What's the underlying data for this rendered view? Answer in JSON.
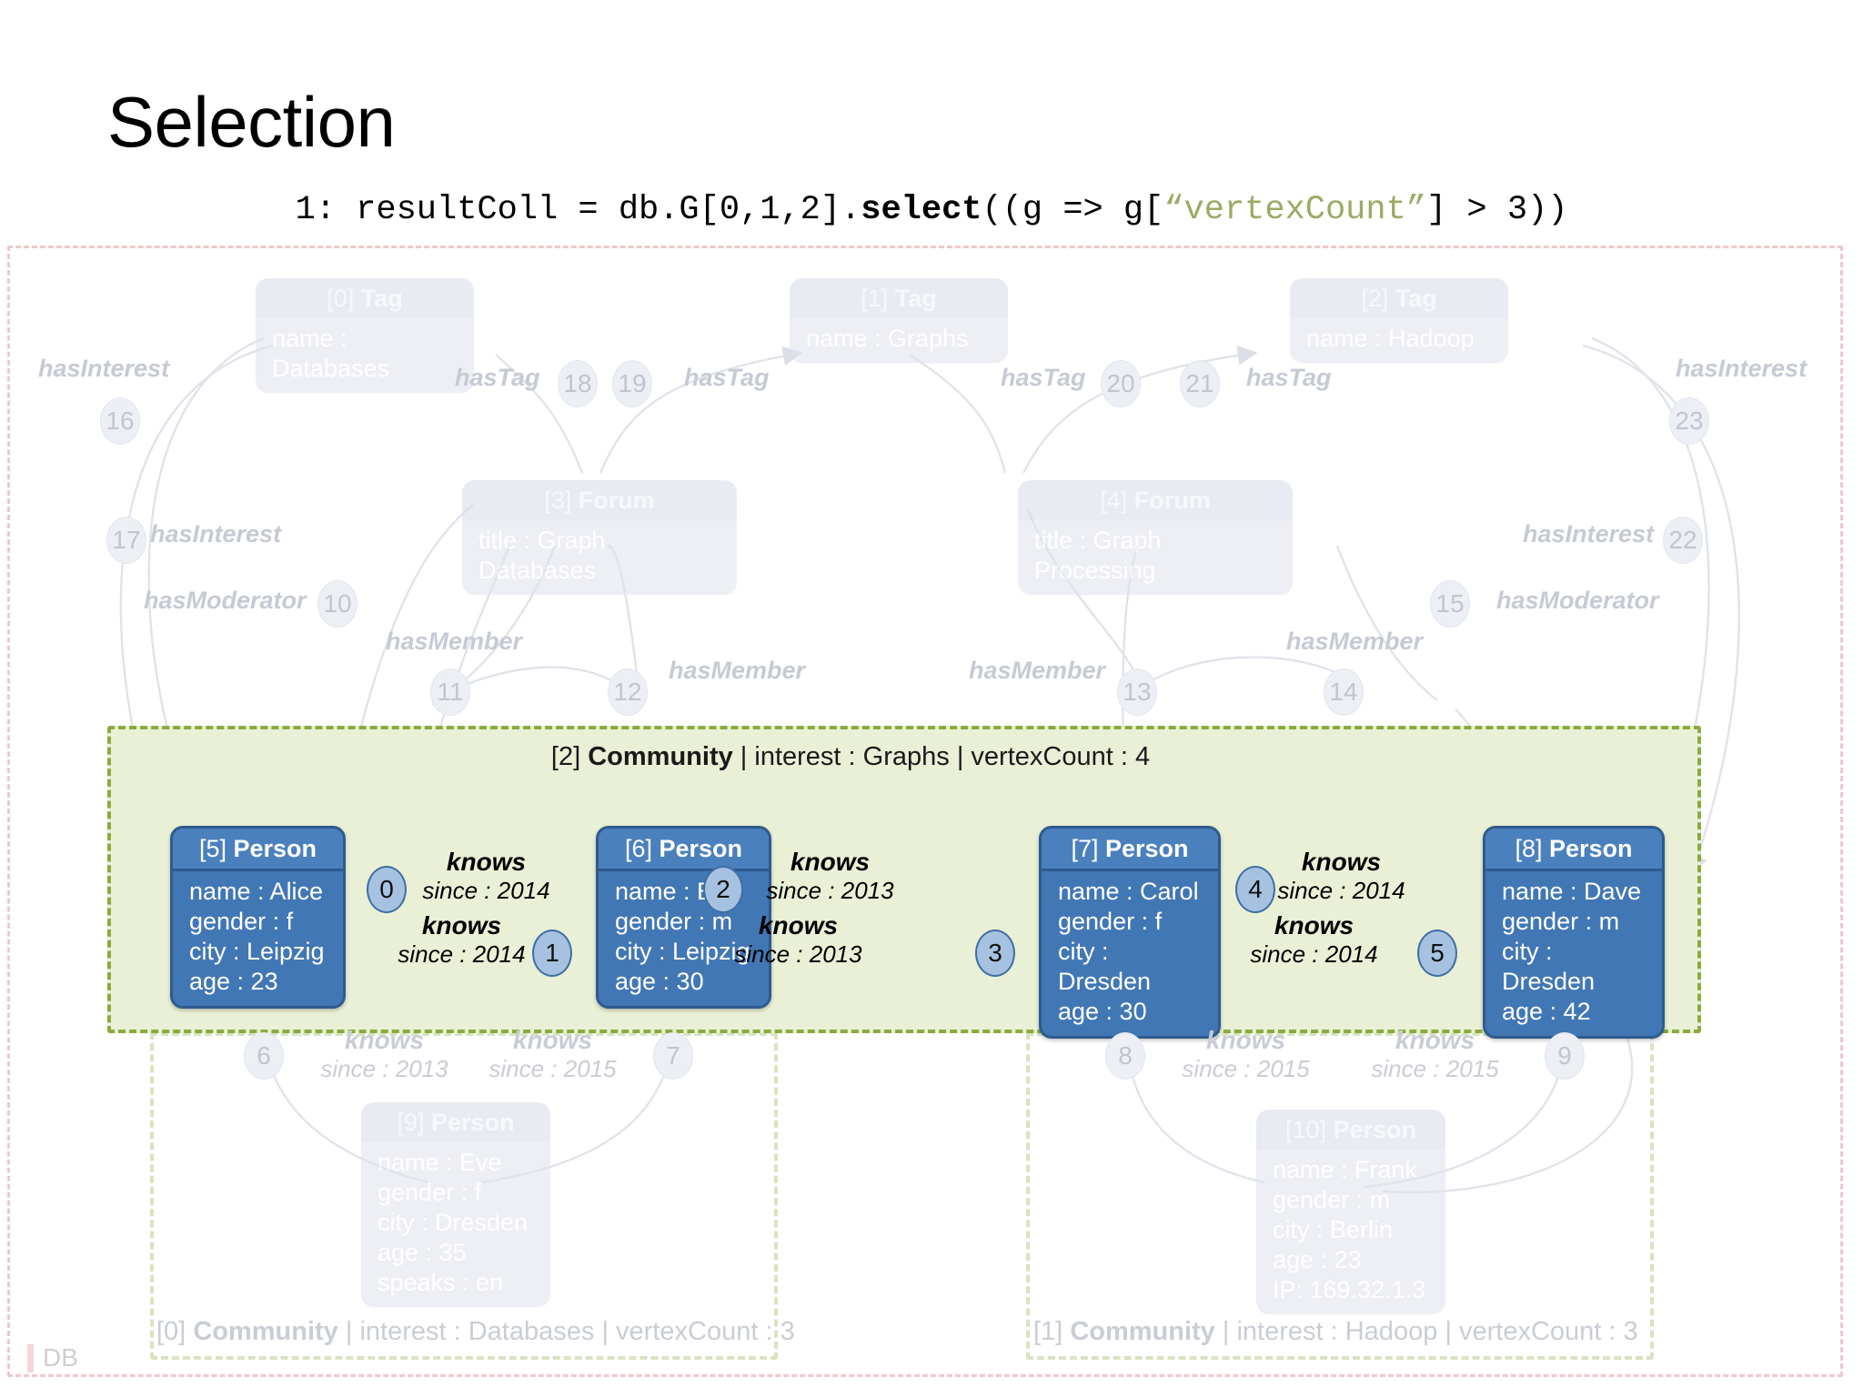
{
  "slide": {
    "title": "Selection",
    "code": {
      "prefix": "1: resultColl = db.G[0,1,2].",
      "method": "select",
      "mid": "((g => g[",
      "string": "“vertexCount”",
      "suffix": "] > 3))"
    },
    "db_label": "DB"
  },
  "nodes": {
    "tags": [
      {
        "id": "[0]",
        "type": "Tag",
        "props": [
          "name : Databases"
        ]
      },
      {
        "id": "[1]",
        "type": "Tag",
        "props": [
          "name : Graphs"
        ]
      },
      {
        "id": "[2]",
        "type": "Tag",
        "props": [
          "name : Hadoop"
        ]
      }
    ],
    "forums": [
      {
        "id": "[3]",
        "type": "Forum",
        "props": [
          "title : Graph Databases"
        ]
      },
      {
        "id": "[4]",
        "type": "Forum",
        "props": [
          "title : Graph Processing"
        ]
      }
    ],
    "persons_selected": [
      {
        "id": "[5]",
        "type": "Person",
        "props": [
          "name : Alice",
          "gender : f",
          "city : Leipzig",
          "age : 23"
        ]
      },
      {
        "id": "[6]",
        "type": "Person",
        "props": [
          "name : Bob",
          "gender : m",
          "city : Leipzig",
          "age : 30"
        ]
      },
      {
        "id": "[7]",
        "type": "Person",
        "props": [
          "name : Carol",
          "gender : f",
          "city : Dresden",
          "age : 30"
        ]
      },
      {
        "id": "[8]",
        "type": "Person",
        "props": [
          "name : Dave",
          "gender : m",
          "city : Dresden",
          "age : 42"
        ]
      }
    ],
    "persons_dim": [
      {
        "id": "[9]",
        "type": "Person",
        "props": [
          "name : Eve",
          "gender : f",
          "city : Dresden",
          "age : 35",
          "speaks : en"
        ]
      },
      {
        "id": "[10]",
        "type": "Person",
        "props": [
          "name : Frank",
          "gender : m",
          "city : Berlin",
          "age : 23",
          "IP: 169.32.1.3"
        ]
      }
    ]
  },
  "communities": [
    {
      "id": "[0]",
      "type": "Community",
      "interest": "interest : Databases",
      "count": "vertexCount : 3",
      "selected": false
    },
    {
      "id": "[1]",
      "type": "Community",
      "interest": "interest : Hadoop",
      "count": "vertexCount : 3",
      "selected": false
    },
    {
      "id": "[2]",
      "type": "Community",
      "interest": "interest : Graphs",
      "count": "vertexCount : 4",
      "selected": true
    }
  ],
  "edges": {
    "knows_selected": [
      {
        "eid": "0",
        "label": "knows",
        "since": "since : 2014"
      },
      {
        "eid": "1",
        "label": "knows",
        "since": "since : 2014"
      },
      {
        "eid": "2",
        "label": "knows",
        "since": "since : 2013"
      },
      {
        "eid": "3",
        "label": "knows",
        "since": "since : 2013"
      },
      {
        "eid": "4",
        "label": "knows",
        "since": "since : 2014"
      },
      {
        "eid": "5",
        "label": "knows",
        "since": "since : 2014"
      }
    ],
    "knows_dim": [
      {
        "eid": "6",
        "label": "knows",
        "since": "since : 2013"
      },
      {
        "eid": "7",
        "label": "knows",
        "since": "since : 2015"
      },
      {
        "eid": "8",
        "label": "knows",
        "since": "since : 2015"
      },
      {
        "eid": "9",
        "label": "knows",
        "since": "since : 2015"
      }
    ],
    "structural": [
      {
        "eid": "10",
        "label": "hasModerator"
      },
      {
        "eid": "11",
        "label": "hasMember"
      },
      {
        "eid": "12",
        "label": "hasMember"
      },
      {
        "eid": "13",
        "label": "hasMember"
      },
      {
        "eid": "14",
        "label": "hasMember"
      },
      {
        "eid": "15",
        "label": "hasModerator"
      },
      {
        "eid": "16",
        "label": "hasInterest"
      },
      {
        "eid": "17",
        "label": "hasInterest"
      },
      {
        "eid": "18",
        "label": "hasTag"
      },
      {
        "eid": "19",
        "label": "hasTag"
      },
      {
        "eid": "20",
        "label": "hasTag"
      },
      {
        "eid": "21",
        "label": "hasTag"
      },
      {
        "eid": "22",
        "label": "hasInterest"
      },
      {
        "eid": "23",
        "label": "hasInterest"
      }
    ]
  },
  "colors": {
    "selected_fill": "#eaf0d6",
    "selected_border": "#8aab3c",
    "node_blue": "#4277b5",
    "node_blue_border": "#2e5b8e",
    "ghost": "#dfe3ec",
    "db_border": "#f0c8cc",
    "code_string": "#9aab63"
  }
}
